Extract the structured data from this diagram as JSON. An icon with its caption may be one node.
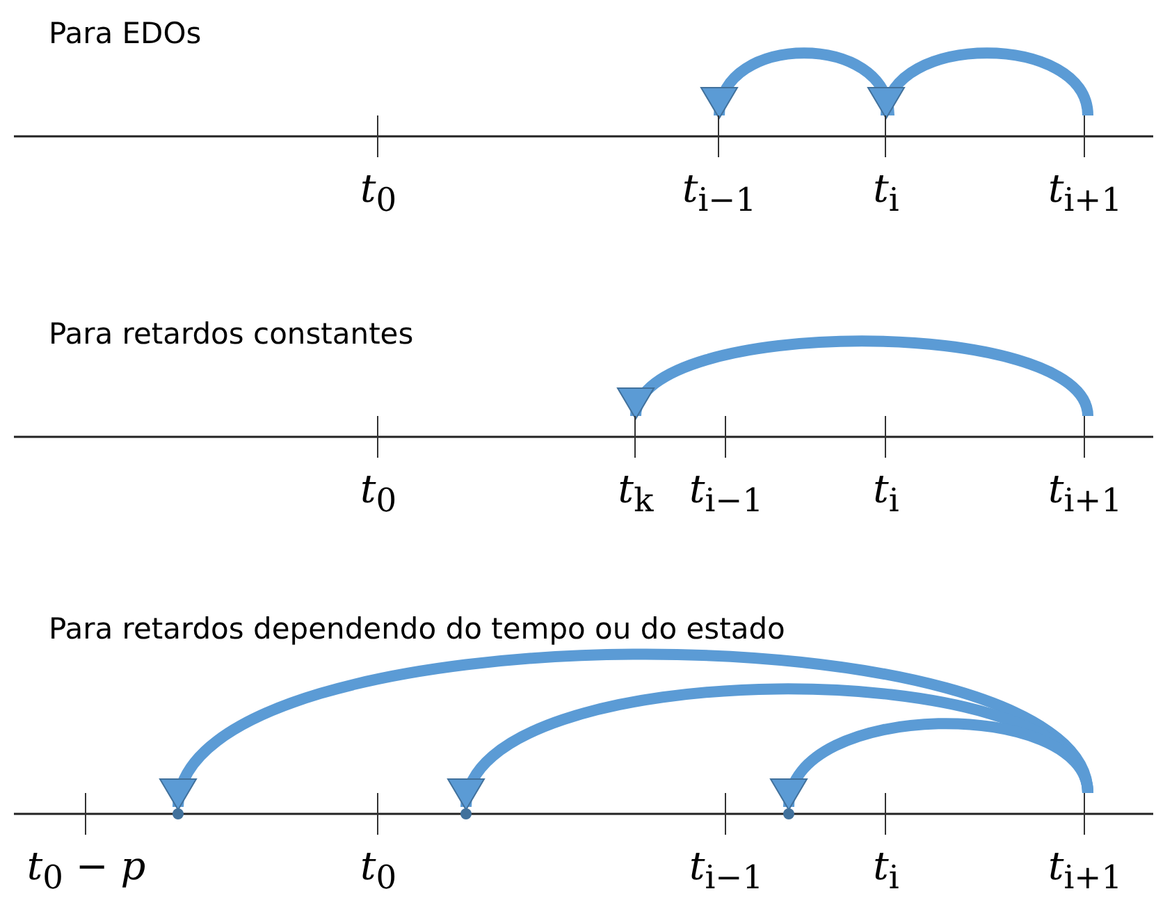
{
  "diagram": {
    "nodes": [
      {
        "text": [
          "*t*$_{0}$"
        ]
      },
      {
        "text": [
          "*t*$_{i−1}$"
        ]
      },
      {
        "text": [
          "*t*$_{i}$"
        ]
      },
      {
        "text": [
          "*t*$_{i+1}$"
        ]
      },
      {
        "text": [
          "*t*$_{0}$"
        ]
      },
      {
        "text": [
          "*t*$_{k}$"
        ]
      },
      {
        "text": [
          "*t*$_{i−1}$"
        ]
      },
      {
        "text": [
          "*t*$_{i}$"
        ]
      },
      {
        "text": [
          "*t*$_{i+1}$"
        ]
      },
      {
        "text": [
          "*t*$_{0}$ − *p*"
        ]
      },
      {
        "text": [
          "*t*$_{0}$"
        ]
      },
      {
        "text": [
          "*t*$_{i−1}$"
        ]
      },
      {
        "text": [
          "*t*$_{i}$"
        ]
      },
      {
        "text": [
          "*t*$_{i+1}$"
        ]
      },
      {
        "text": [],
        "shape": "point"
      },
      {
        "text": [],
        "shape": "point"
      },
      {
        "text": [],
        "shape": "point"
      }
    ],
    "edges": [
      {
        "from": 2,
        "to": 1,
        "arrow": "to"
      },
      {
        "from": 3,
        "to": 2,
        "arrow": "to"
      },
      {
        "from": 8,
        "to": 5,
        "arrow": "to"
      },
      {
        "from": 13,
        "to": 14,
        "arrow": "to"
      },
      {
        "from": 13,
        "to": 15,
        "arrow": "to"
      },
      {
        "from": 13,
        "to": 16,
        "arrow": "to"
      }
    ],
    "labels": [
      "Para EDOs",
      "Para retardos constantes",
      "Para retardos dependendo do tempo ou do estado"
    ]
  }
}
